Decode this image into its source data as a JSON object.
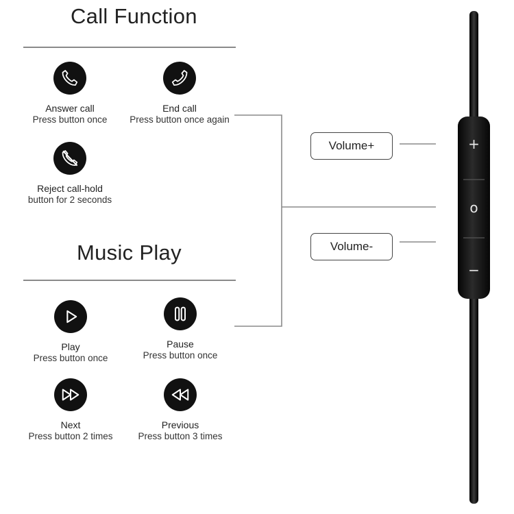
{
  "call_section": {
    "title": "Call Function",
    "items": [
      {
        "icon": "phone-icon",
        "title": "Answer call",
        "desc": "Press button once"
      },
      {
        "icon": "phone-hangup-icon",
        "title": "End call",
        "desc": "Press button once again"
      },
      {
        "icon": "phone-reject-icon",
        "title": "Reject call-hold",
        "desc": "button for 2 seconds"
      }
    ]
  },
  "music_section": {
    "title": "Music Play",
    "items": [
      {
        "icon": "play-icon",
        "title": "Play",
        "desc": "Press button once"
      },
      {
        "icon": "pause-icon",
        "title": "Pause",
        "desc": "Press button once"
      },
      {
        "icon": "next-icon",
        "title": "Next",
        "desc": "Press button 2 times"
      },
      {
        "icon": "previous-icon",
        "title": "Previous",
        "desc": "Press button 3 times"
      }
    ]
  },
  "remote": {
    "volume_up_label": "Volume+",
    "volume_down_label": "Volume-",
    "plus_symbol": "+",
    "center_symbol": "o",
    "minus_symbol": "−"
  },
  "colors": {
    "icon_bg": "#111111",
    "text": "#222222",
    "divider": "#8a8a8a",
    "cable": "#1a1a1a"
  }
}
